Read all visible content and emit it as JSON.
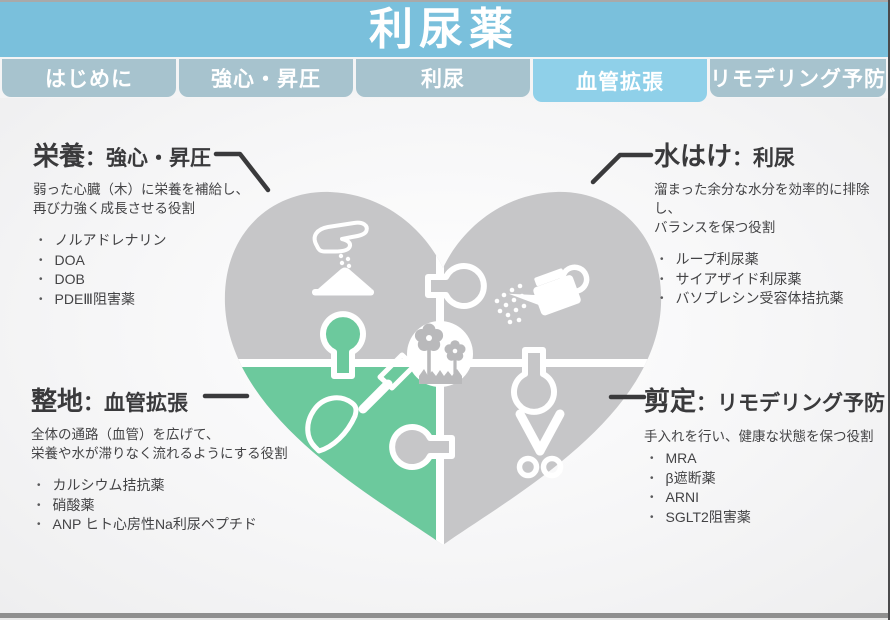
{
  "header": {
    "title": "利尿薬"
  },
  "tabs": {
    "active": "血管拡張",
    "items": [
      {
        "label": "はじめに"
      },
      {
        "label": "強心・昇圧"
      },
      {
        "label": "利尿"
      },
      {
        "label": "血管拡張"
      },
      {
        "label": "リモデリング予防"
      }
    ]
  },
  "sections": {
    "nutrition": {
      "keyword": "栄養",
      "rest": "：強心・昇圧",
      "description": "弱った心臓（木）に栄養を補給し、\n再び力強く成長させる役割",
      "drugs": [
        "ノルアドレナリン",
        "DOA",
        "DOB",
        "PDEⅢ阻害薬"
      ]
    },
    "drainage": {
      "keyword": "水はけ",
      "rest": "：利尿",
      "description": "溜まった余分な水分を効率的に排除し、\nバランスを保つ役割",
      "drugs": [
        "ループ利尿薬",
        "サイアザイド利尿薬",
        "バソプレシン受容体拮抗薬"
      ]
    },
    "leveling": {
      "keyword": "整地",
      "rest": "：血管拡張",
      "description": "全体の通路（血管）を広げて、\n栄養や水が滞りなく流れるようにする役割",
      "drugs": [
        "カルシウム拮抗薬",
        "硝酸薬",
        "ANP ヒト心房性Na利尿ペプチド"
      ]
    },
    "pruning": {
      "keyword": "剪定",
      "rest": "：リモデリング予防",
      "description": "手入れを行い、健康な状態を保つ役割",
      "drugs": [
        "MRA",
        "β遮断薬",
        "ARNI",
        "SGLT2阻害薬"
      ]
    }
  },
  "puzzle": {
    "center_icon": "flower-garden-icon",
    "piece_icons": {
      "top_left": "hand-sprinkling-fertilizer-icon",
      "top_right": "watering-can-icon",
      "bottom_left": "shovel-icon",
      "bottom_right": "scissors-icon"
    },
    "colors": {
      "piece_gray": "#C6C6C8",
      "piece_green": "#6CC99D"
    }
  },
  "colors": {
    "header_blue": "#7AC0DC",
    "tab_inactive": "#A7C3CE",
    "tab_active": "#8FD0E9",
    "text_dark": "#3A3A3C"
  }
}
